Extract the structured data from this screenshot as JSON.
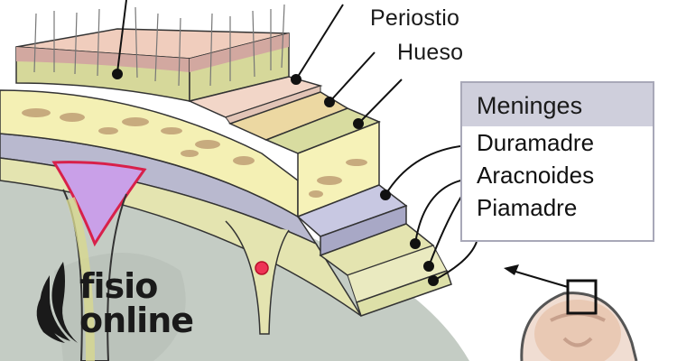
{
  "labels": {
    "periostio": "Periostio",
    "hueso": "Hueso"
  },
  "meninges": {
    "title": "Meninges",
    "items": [
      "Duramadre",
      "Aracnoides",
      "Piamadre"
    ]
  },
  "logo": {
    "line1": "fisio",
    "line2": "online"
  },
  "colors": {
    "scalp_pink": "#eec4b4",
    "scalp_green": "#d6d89a",
    "periosteum": "#f2d6c8",
    "bone": "#f4f0b4",
    "bone_spots": "#c7ab7e",
    "dura": "#c8c8e2",
    "sinus": "#c9a0e8",
    "sinus_border": "#d8204a",
    "arachnoid": "#e8e8b0",
    "brain": "#c4ccc4",
    "box_header": "#cfcfdc"
  }
}
